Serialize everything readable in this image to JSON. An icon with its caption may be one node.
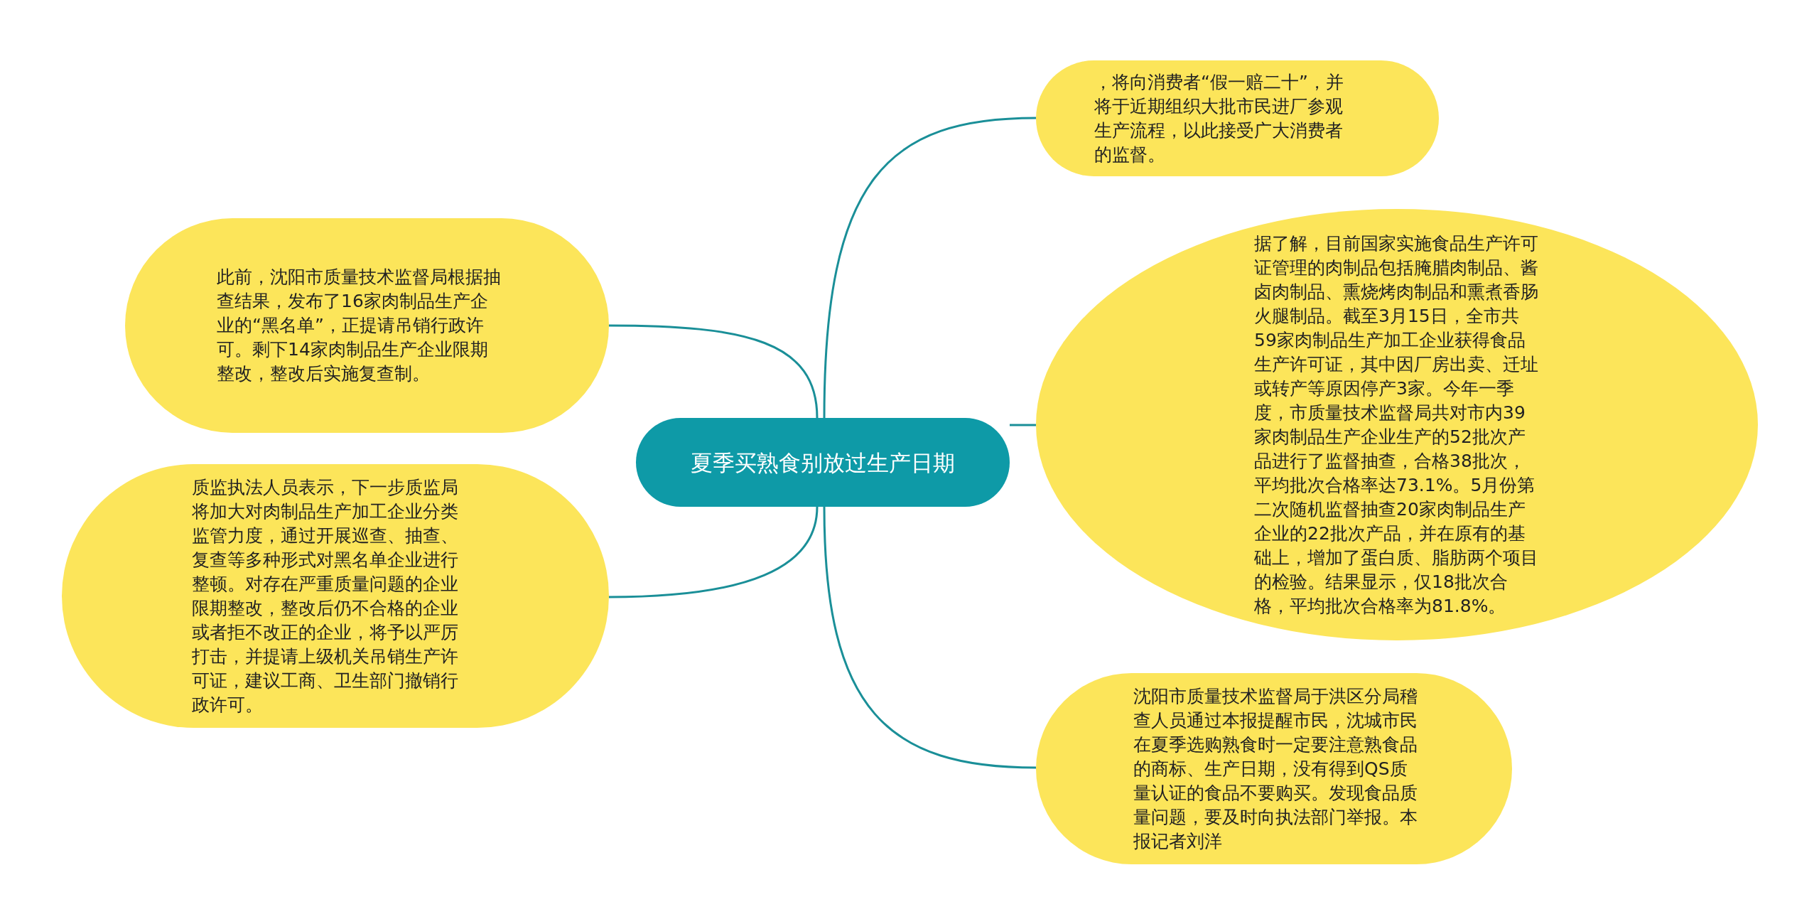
{
  "diagram": {
    "nodes": [
      {
        "text": [
          "夏季买熟食别放过生产日期"
        ]
      },
      {
        "text": [
          "，将向消费者“假一赔二十”，并将于近期组织大批市民进厂参观生产流程，以此接受广大消费者的监督。"
        ]
      },
      {
        "text": [
          "据了解，目前国家实施食品生产许可证管理的肉制品包括腌腊肉制品、酱卤肉制品、熏烧烤肉制品和熏煮香肠火腿制品。截至3月15日，全市共59家肉制品生产加工企业获得食品生产许可证，其中因厂房出卖、迁址或转产等原因停产3家。今年一季度，市质量技术监督局共对市内39家肉制品生产企业生产的52批次产品进行了监督抽查，合格38批次，平均批次合格率达73.1%。5月份第二次随机监督抽查20家肉制品生产企业的22批次产品，并在原有的基础上，增加了蛋白质、脂肪两个项目的检验。结果显示，仅18批次合格，平均批次合格率为81.8%。"
        ]
      },
      {
        "text": [
          "沈阳市质量技术监督局于洪区分局稽查人员通过本报提醒市民，沈城市民在夏季选购熟食时一定要注意熟食品的商标、生产日期，没有得到QS质量认证的食品不要购买。发现食品质量问题，要及时向执法部门举报。本报记者刘洋"
        ]
      },
      {
        "text": [
          "此前，沈阳市质量技术监督局根据抽查结果，发布了16家肉制品生产企业的“黑名单”，正提请吊销行政许可。剩下14家肉制品生产企业限期整改，整改后实施复查制。"
        ]
      },
      {
        "text": [
          "质监执法人员表示，下一步质监局将加大对肉制品生产加工企业分类监管力度，通过开展巡查、抽查、复查等多种形式对黑名单企业进行整顿。对存在严重质量问题的企业限期整改，整改后仍不合格的企业或者拒不改正的企业，将予以严厉打击，并提请上级机关吊销生产许可证，建议工商、卫生部门撤销行政许可。"
        ]
      }
    ],
    "edges": [
      {
        "from": 0,
        "to": 1,
        "arrow": "none"
      },
      {
        "from": 0,
        "to": 2,
        "arrow": "none"
      },
      {
        "from": 0,
        "to": 3,
        "arrow": "none"
      },
      {
        "from": 0,
        "to": 4,
        "arrow": "none"
      },
      {
        "from": 0,
        "to": 5,
        "arrow": "none"
      }
    ]
  }
}
